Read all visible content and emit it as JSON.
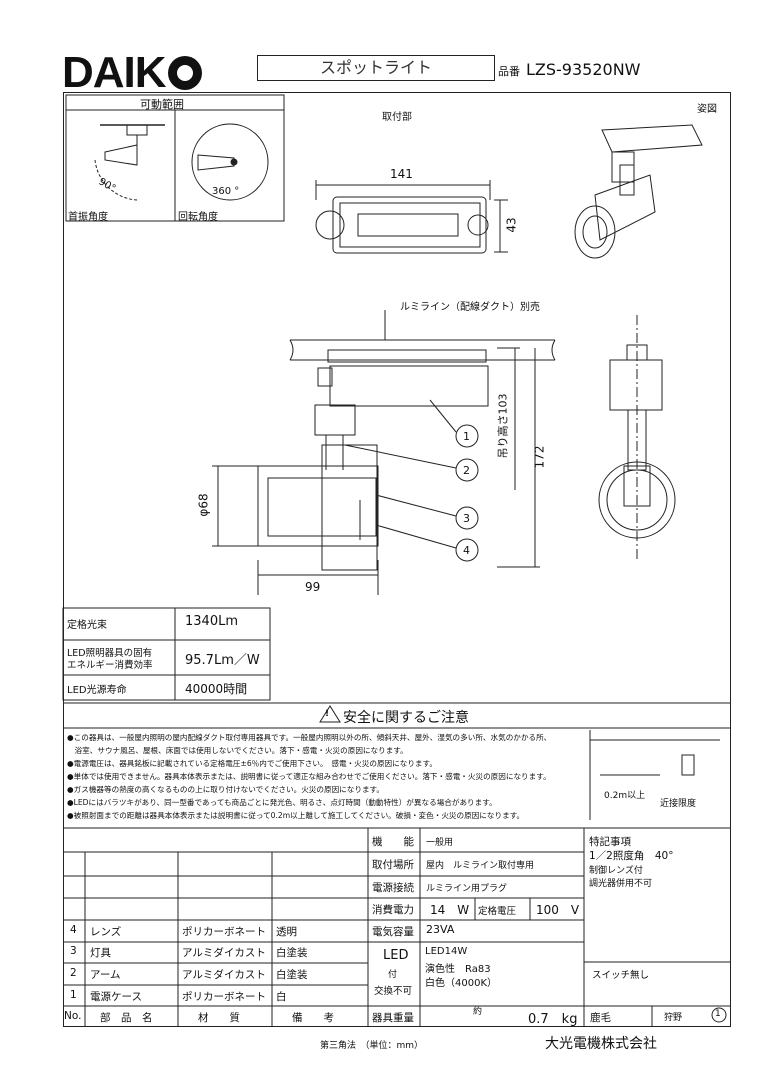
{
  "header": {
    "brand": "DAIK",
    "title": "スポットライト",
    "model_label": "品番",
    "model_number": "LZS-93520NW"
  },
  "range": {
    "heading": "可動範囲",
    "tilt_angle": "90°",
    "tilt_label": "首振角度",
    "rotate_angle": "360 °",
    "rotate_label": "回転角度"
  },
  "views": {
    "mounting_label": "取付部",
    "perspective_label": "姿図",
    "mount_width": "141",
    "mount_depth": "43",
    "duct_label": "ルミライン（配線ダクト）別売",
    "hanging_height": "吊り高さ103",
    "total_height": "172",
    "diameter": "φ68",
    "length": "99",
    "callouts": [
      "1",
      "2",
      "3",
      "4"
    ]
  },
  "specs": [
    {
      "label": "定格光束",
      "value": "1340Lm"
    },
    {
      "label": "LED照明器具の固有エネルギー消費効率",
      "label2": "エネルギー消費効率",
      "label1": "LED照明器具の固有",
      "value": "95.7Lm／W"
    },
    {
      "label": "LED光源寿命",
      "value": "40000時間"
    }
  ],
  "safety": {
    "heading": "安全に関するご注意",
    "notes": [
      "●この器具は、一般屋内照明の屋内配線ダクト取付専用器具です。一般屋内照明以外の所、傾斜天井、屋外、湿気の多い所、水気のかかる所、",
      "　浴室、サウナ風呂、屋根、床面では使用しないでください。落下・感電・火災の原因になります。",
      "●電源電圧は、器具銘板に記載されている定格電圧±6％内でご使用下さい。　感電・火災の原因になります。",
      "●単体では使用できません。器具本体表示または、説明書に従って適正な組み合わせでご使用ください。落下・感電・火災の原因になります。",
      "●ガス機器等の熱度の高くなるものの上に取り付けないでください。火災の原因になります。",
      "●LEDにはバラツキがあり、同一型番であっても商品ごとに発光色、明るさ、点灯時間（動動特性）が異なる場合があります。",
      "●被照射面までの距離は器具本体表示または説明書に従って0.2m以上離して施工してください。破損・変色・火災の原因になります。"
    ],
    "clearance": "0.2m以上",
    "proximity": "近接限度"
  },
  "parts": {
    "headers": {
      "no": "No.",
      "name": "部　品　名",
      "material": "材　　質",
      "remarks": "備　　考"
    },
    "rows": [
      {
        "no": "4",
        "name": "レンズ",
        "material": "ポリカーボネート",
        "remarks": "透明"
      },
      {
        "no": "3",
        "name": "灯具",
        "material": "アルミダイカスト",
        "remarks": "白塗装"
      },
      {
        "no": "2",
        "name": "アーム",
        "material": "アルミダイカスト",
        "remarks": "白塗装"
      },
      {
        "no": "1",
        "name": "電源ケース",
        "material": "ポリカーボネート",
        "remarks": "白"
      }
    ]
  },
  "info": {
    "function_label": "機　　能",
    "function_value": "一般用",
    "mount_label": "取付場所",
    "mount_value": "屋内　ルミライン取付専用",
    "power_label": "電源接続",
    "power_value": "ルミライン用プラグ",
    "consumption_label": "消費電力",
    "consumption_value": "14　W",
    "voltage_label": "定格電圧",
    "voltage_value": "100　V",
    "capacity_label": "電気容量",
    "capacity_value": "23VA",
    "led_label1": "LED",
    "led_label2": "付",
    "led_label3": "交換不可",
    "led_value1": "LED14W",
    "led_value2": "演色性　Ra83",
    "led_value3": "白色（4000K）",
    "weight_label": "器具重量",
    "weight_approx": "約",
    "weight_value": "0.7　kg"
  },
  "notes_right": {
    "heading": "特記事項",
    "line1": "1／2照度角　40°",
    "line2": "制御レンズ付",
    "line3": "調光器併用不可",
    "switch": "スイッチ無し"
  },
  "footer": {
    "projection": "第三角法　（単位：mm）",
    "company": "大光電機株式会社",
    "checker1": "鹿毛",
    "checker2": "狩野",
    "rev": "1"
  }
}
